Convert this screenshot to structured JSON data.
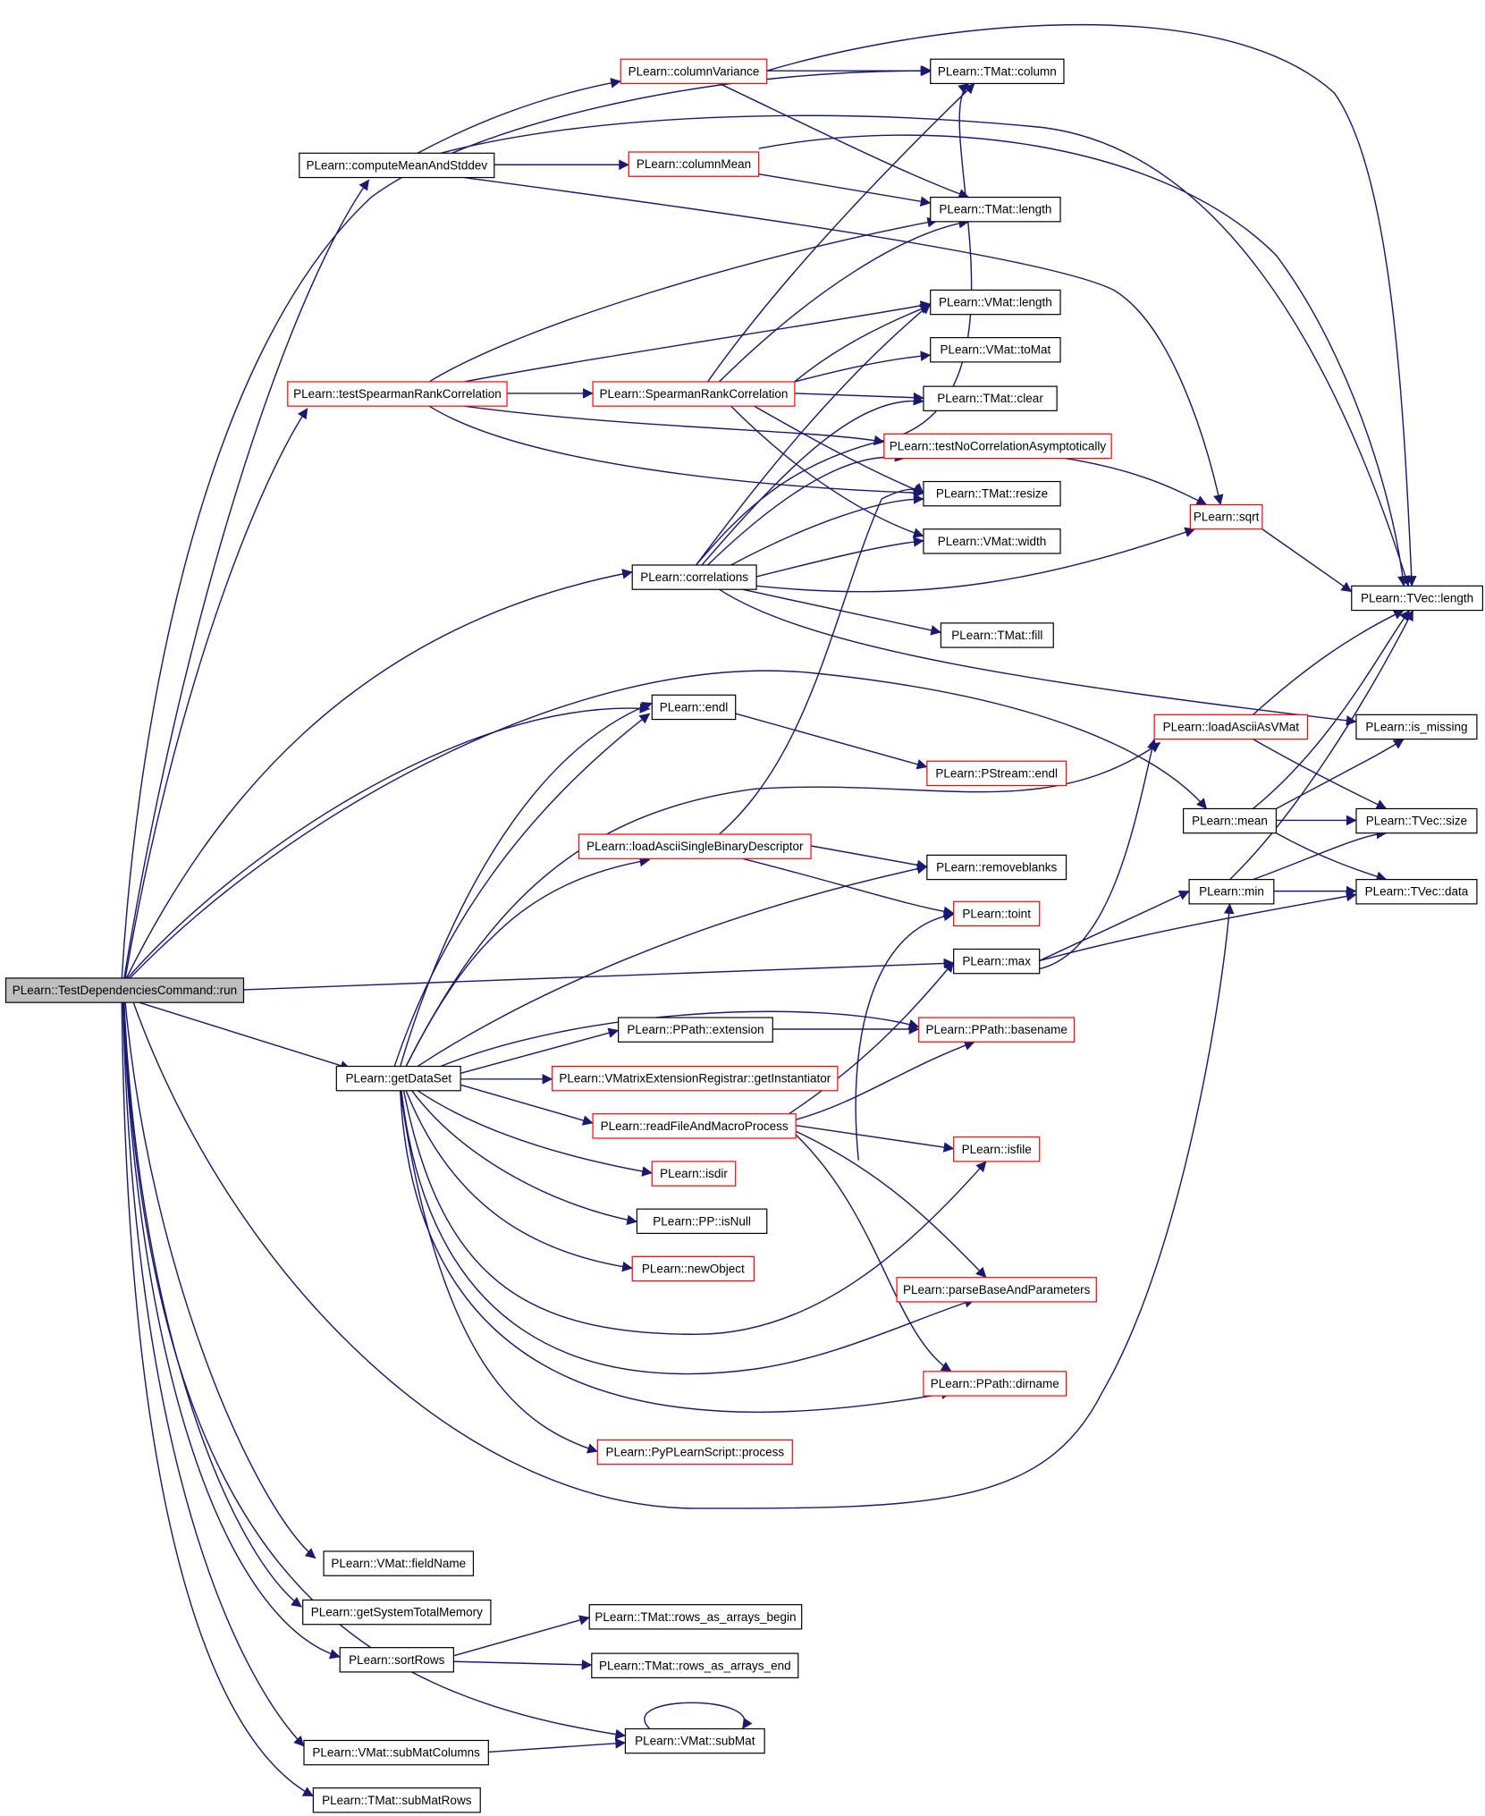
{
  "colors": {
    "edge": "#191970",
    "node_normal_border": "#000000",
    "node_truncated_border": "#ff0000",
    "node_root_fill": "#bfbfbf",
    "node_fill": "#ffffff"
  },
  "nodes": [
    {
      "id": "run",
      "label": "PLearn::TestDependenciesCommand::run",
      "kind": "root"
    },
    {
      "id": "computeMeanAndStddev",
      "label": "PLearn::computeMeanAndStddev",
      "kind": "normal"
    },
    {
      "id": "columnVariance",
      "label": "PLearn::columnVariance",
      "kind": "truncated"
    },
    {
      "id": "columnMean",
      "label": "PLearn::columnMean",
      "kind": "truncated"
    },
    {
      "id": "tmat_column",
      "label": "PLearn::TMat::column",
      "kind": "normal"
    },
    {
      "id": "tmat_length",
      "label": "PLearn::TMat::length",
      "kind": "normal"
    },
    {
      "id": "vmat_length",
      "label": "PLearn::VMat::length",
      "kind": "normal"
    },
    {
      "id": "vmat_toMat",
      "label": "PLearn::VMat::toMat",
      "kind": "normal"
    },
    {
      "id": "tmat_clear",
      "label": "PLearn::TMat::clear",
      "kind": "normal"
    },
    {
      "id": "testSpearman",
      "label": "PLearn::testSpearmanRankCorrelation",
      "kind": "truncated"
    },
    {
      "id": "spearman",
      "label": "PLearn::SpearmanRankCorrelation",
      "kind": "truncated"
    },
    {
      "id": "testNoCorr",
      "label": "PLearn::testNoCorrelationAsymptotically",
      "kind": "truncated"
    },
    {
      "id": "tmat_resize",
      "label": "PLearn::TMat::resize",
      "kind": "normal"
    },
    {
      "id": "sqrt",
      "label": "PLearn::sqrt",
      "kind": "truncated"
    },
    {
      "id": "vmat_width",
      "label": "PLearn::VMat::width",
      "kind": "normal"
    },
    {
      "id": "correlations",
      "label": "PLearn::correlations",
      "kind": "normal"
    },
    {
      "id": "tvec_length",
      "label": "PLearn::TVec::length",
      "kind": "normal"
    },
    {
      "id": "tmat_fill",
      "label": "PLearn::TMat::fill",
      "kind": "normal"
    },
    {
      "id": "endl",
      "label": "PLearn::endl",
      "kind": "normal"
    },
    {
      "id": "loadAsciiAsVMat",
      "label": "PLearn::loadAsciiAsVMat",
      "kind": "truncated"
    },
    {
      "id": "is_missing",
      "label": "PLearn::is_missing",
      "kind": "normal"
    },
    {
      "id": "pstream_endl",
      "label": "PLearn::PStream::endl",
      "kind": "truncated"
    },
    {
      "id": "mean",
      "label": "PLearn::mean",
      "kind": "normal"
    },
    {
      "id": "tvec_size",
      "label": "PLearn::TVec::size",
      "kind": "normal"
    },
    {
      "id": "loadAsciiSBD",
      "label": "PLearn::loadAsciiSingleBinaryDescriptor",
      "kind": "truncated"
    },
    {
      "id": "removeblanks",
      "label": "PLearn::removeblanks",
      "kind": "normal"
    },
    {
      "id": "min",
      "label": "PLearn::min",
      "kind": "normal"
    },
    {
      "id": "tvec_data",
      "label": "PLearn::TVec::data",
      "kind": "normal"
    },
    {
      "id": "toint",
      "label": "PLearn::toint",
      "kind": "truncated"
    },
    {
      "id": "max",
      "label": "PLearn::max",
      "kind": "normal"
    },
    {
      "id": "ppath_extension",
      "label": "PLearn::PPath::extension",
      "kind": "normal"
    },
    {
      "id": "ppath_basename",
      "label": "PLearn::PPath::basename",
      "kind": "truncated"
    },
    {
      "id": "getDataSet",
      "label": "PLearn::getDataSet",
      "kind": "normal"
    },
    {
      "id": "getInstantiator",
      "label": "PLearn::VMatrixExtensionRegistrar::getInstantiator",
      "kind": "truncated"
    },
    {
      "id": "readFileAndMacroProcess",
      "label": "PLearn::readFileAndMacroProcess",
      "kind": "truncated"
    },
    {
      "id": "isfile",
      "label": "PLearn::isfile",
      "kind": "truncated"
    },
    {
      "id": "isdir",
      "label": "PLearn::isdir",
      "kind": "truncated"
    },
    {
      "id": "pp_isNull",
      "label": "PLearn::PP::isNull",
      "kind": "normal"
    },
    {
      "id": "newObject",
      "label": "PLearn::newObject",
      "kind": "truncated"
    },
    {
      "id": "parseBaseAndParameters",
      "label": "PLearn::parseBaseAndParameters",
      "kind": "truncated"
    },
    {
      "id": "ppath_dirname",
      "label": "PLearn::PPath::dirname",
      "kind": "truncated"
    },
    {
      "id": "pyplearn_process",
      "label": "PLearn::PyPLearnScript::process",
      "kind": "truncated"
    },
    {
      "id": "vmat_fieldName",
      "label": "PLearn::VMat::fieldName",
      "kind": "normal"
    },
    {
      "id": "getSystemTotalMemory",
      "label": "PLearn::getSystemTotalMemory",
      "kind": "normal"
    },
    {
      "id": "rows_begin",
      "label": "PLearn::TMat::rows_as_arrays_begin",
      "kind": "normal"
    },
    {
      "id": "sortRows",
      "label": "PLearn::sortRows",
      "kind": "normal"
    },
    {
      "id": "rows_end",
      "label": "PLearn::TMat::rows_as_arrays_end",
      "kind": "normal"
    },
    {
      "id": "vmat_subMat",
      "label": "PLearn::VMat::subMat",
      "kind": "normal"
    },
    {
      "id": "subMatColumns",
      "label": "PLearn::VMat::subMatColumns",
      "kind": "normal"
    },
    {
      "id": "subMatRows",
      "label": "PLearn::TMat::subMatRows",
      "kind": "normal"
    }
  ]
}
